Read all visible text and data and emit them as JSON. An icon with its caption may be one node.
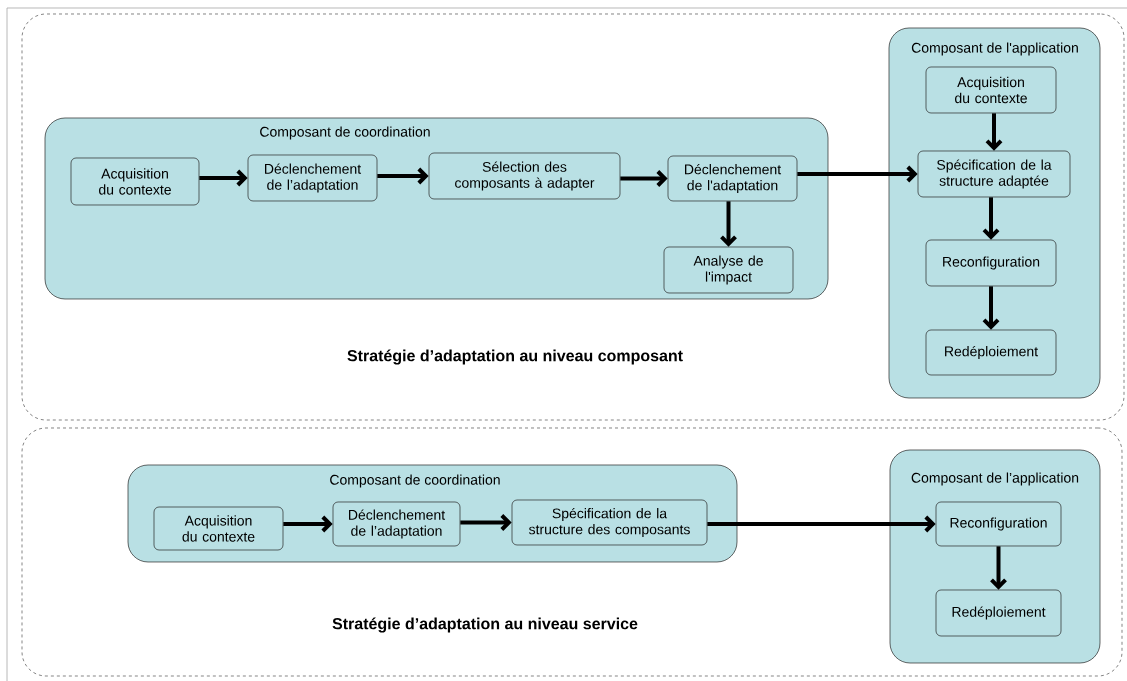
{
  "diagram": {
    "nodes": [
      {
        "text": [
          "Stratégie d’adaptation au niveau composant"
        ]
      },
      {
        "text": [
          "Composant de coordination"
        ],
        "in": 0
      },
      {
        "text": [
          "Acquisition du contexte"
        ],
        "in": 1
      },
      {
        "text": [
          "Déclenchement de l’adaptation"
        ],
        "in": 1
      },
      {
        "text": [
          "Sélection des composants à adapter"
        ],
        "in": 1
      },
      {
        "text": [
          "Déclenchement de l'adaptation"
        ],
        "in": 1
      },
      {
        "text": [
          "Analyse de l'impact"
        ],
        "in": 1
      },
      {
        "text": [
          "Composant de l'application"
        ],
        "in": 0
      },
      {
        "text": [
          "Acquisition du contexte"
        ],
        "in": 7
      },
      {
        "text": [
          "Spécification de la structure adaptée"
        ],
        "in": 7
      },
      {
        "text": [
          "Reconfiguration"
        ],
        "in": 7
      },
      {
        "text": [
          "Redéploiement"
        ],
        "in": 7
      },
      {
        "text": [
          "Stratégie d’adaptation au niveau service"
        ]
      },
      {
        "text": [
          "Composant de coordination"
        ],
        "in": 12
      },
      {
        "text": [
          "Acquisition du contexte"
        ],
        "in": 13
      },
      {
        "text": [
          "Déclenchement de l’adaptation"
        ],
        "in": 13
      },
      {
        "text": [
          "Spécification de la structure des composants"
        ],
        "in": 13
      },
      {
        "text": [
          "Composant de l’application"
        ],
        "in": 12
      },
      {
        "text": [
          "Reconfiguration"
        ],
        "in": 17
      },
      {
        "text": [
          "Redéploiement"
        ],
        "in": 17
      }
    ],
    "edges": [
      {
        "from": 2,
        "to": 3,
        "arrow": "to"
      },
      {
        "from": 3,
        "to": 4,
        "arrow": "to"
      },
      {
        "from": 4,
        "to": 5,
        "arrow": "to"
      },
      {
        "from": 5,
        "to": 6,
        "arrow": "to"
      },
      {
        "from": 5,
        "to": 9,
        "arrow": "to"
      },
      {
        "from": 8,
        "to": 9,
        "arrow": "to"
      },
      {
        "from": 9,
        "to": 10,
        "arrow": "to"
      },
      {
        "from": 10,
        "to": 11,
        "arrow": "to"
      },
      {
        "from": 14,
        "to": 15,
        "arrow": "to"
      },
      {
        "from": 15,
        "to": 16,
        "arrow": "to"
      },
      {
        "from": 16,
        "to": 18,
        "arrow": "to"
      },
      {
        "from": 18,
        "to": 19,
        "arrow": "to"
      }
    ]
  }
}
